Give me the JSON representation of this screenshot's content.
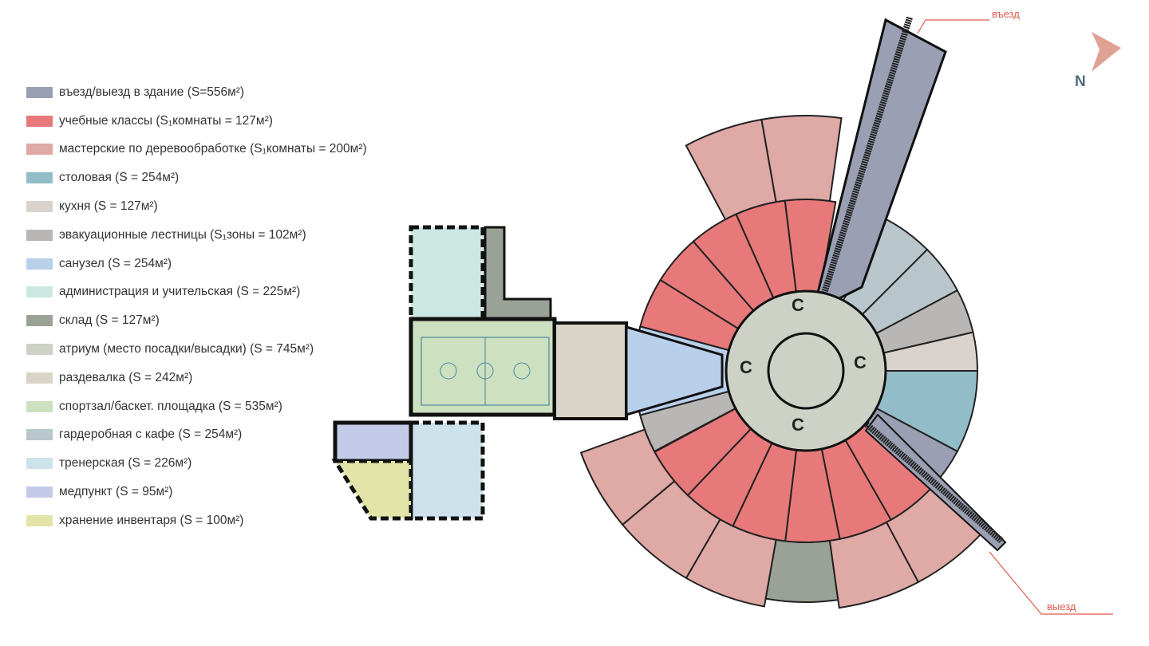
{
  "legend": [
    {
      "label": "въезд/выезд в здание (S=556м²)",
      "color": "#9a9fb3"
    },
    {
      "label": "учебные классы (S₁комнаты = 127м²)",
      "color": "#e8797a"
    },
    {
      "label": "мастерские по деревообработке (S₁комнаты = 200м²)",
      "color": "#dfa9a6"
    },
    {
      "label": "столовая (S = 254м²)",
      "color": "#93bcc9"
    },
    {
      "label": "кухня (S = 127м²)",
      "color": "#d9d2cd"
    },
    {
      "label": "эвакуационные лестницы (S₁зоны = 102м²)",
      "color": "#b9b6b6"
    },
    {
      "label": "санузел (S = 254м²)",
      "color": "#b9d0ea"
    },
    {
      "label": "администрация и учительская (S = 225м²)",
      "color": "#cce8e2"
    },
    {
      "label": "склад (S = 127м²)",
      "color": "#9aa196"
    },
    {
      "label": "атриум (место посадки/высадки) (S = 745м²)",
      "color": "#cdd1c6"
    },
    {
      "label": "раздевалка (S = 242м²)",
      "color": "#d9d4c7"
    },
    {
      "label": "спортзал/баскет. площадка (S = 535м²)",
      "color": "#cde0c0"
    },
    {
      "label": "гардеробная с кафе (S = 254м²)",
      "color": "#b9c6cc"
    },
    {
      "label": "тренерская (S = 226м²)",
      "color": "#cde2ea"
    },
    {
      "label": "медпункт (S = 95м²)",
      "color": "#c3cbe9"
    },
    {
      "label": "хранение инвентаря (S = 100м²)",
      "color": "#e3e5a8"
    }
  ],
  "labels": {
    "entry": "въезд",
    "exit": "выезд",
    "north": "N"
  },
  "colors": {
    "arrow": "#e05a4e",
    "compass": "#e0a195",
    "wall": "#111111"
  }
}
